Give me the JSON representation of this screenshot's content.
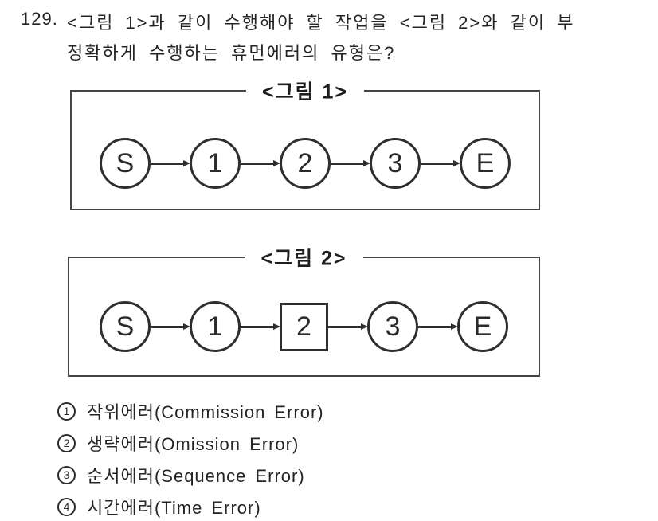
{
  "question": {
    "number": "129.",
    "line1": "<그림 1>과 같이 수행해야 할 작업을 <그림 2>와 같이 부",
    "line2": "정확하게 수행하는 휴먼에러의 유형은?"
  },
  "figure1": {
    "title": "<그림 1>",
    "nodes": [
      {
        "label": "S",
        "shape": "circle"
      },
      {
        "label": "1",
        "shape": "circle"
      },
      {
        "label": "2",
        "shape": "circle"
      },
      {
        "label": "3",
        "shape": "circle"
      },
      {
        "label": "E",
        "shape": "circle"
      }
    ]
  },
  "figure2": {
    "title": "<그림 2>",
    "nodes": [
      {
        "label": "S",
        "shape": "circle"
      },
      {
        "label": "1",
        "shape": "circle"
      },
      {
        "label": "2",
        "shape": "square"
      },
      {
        "label": "3",
        "shape": "circle"
      },
      {
        "label": "E",
        "shape": "circle"
      }
    ]
  },
  "options": [
    {
      "marker": "1",
      "label": "작위에러(Commission Error)"
    },
    {
      "marker": "2",
      "label": "생략에러(Omission Error)"
    },
    {
      "marker": "3",
      "label": "순서에러(Sequence Error)"
    },
    {
      "marker": "4",
      "label": "시간에러(Time Error)"
    }
  ],
  "colors": {
    "ink": "#262626",
    "border": "#454545",
    "background": "#ffffff"
  }
}
